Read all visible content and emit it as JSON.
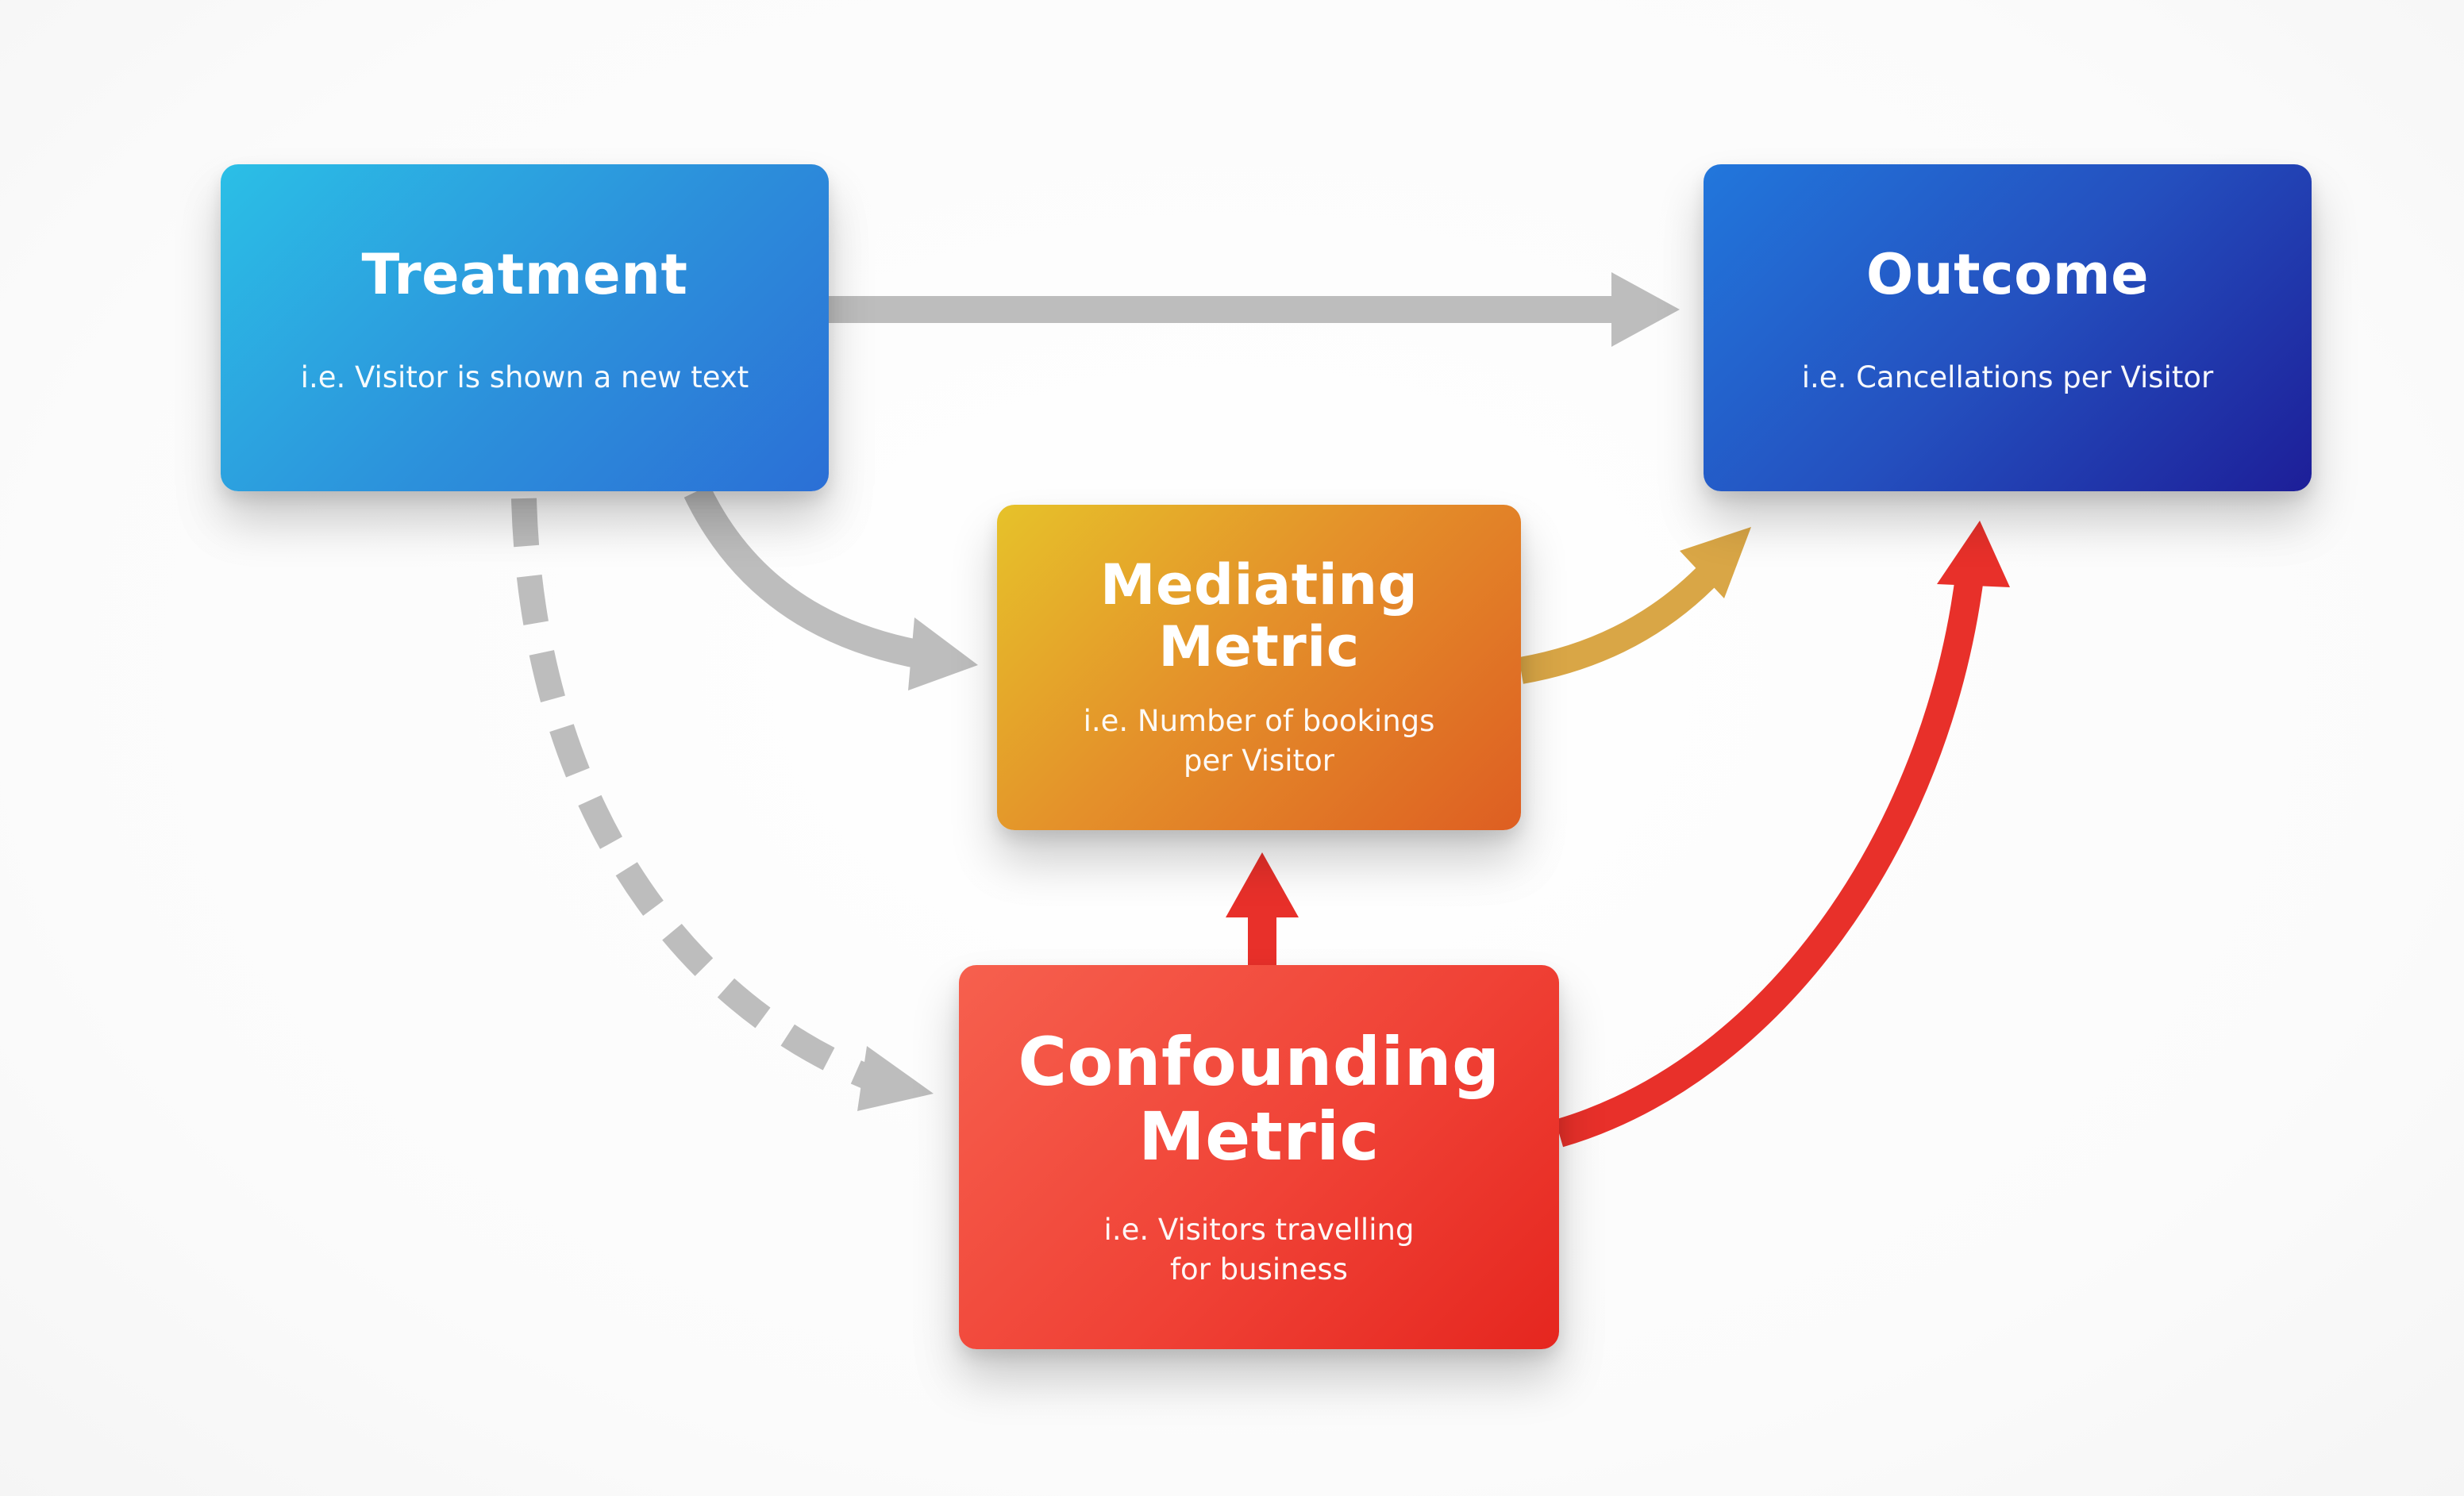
{
  "nodes": {
    "treatment": {
      "title": "Treatment",
      "subtitle": "i.e. Visitor is shown a new text"
    },
    "outcome": {
      "title": "Outcome",
      "subtitle": "i.e. Cancellations per Visitor"
    },
    "mediating": {
      "title_line1": "Mediating",
      "title_line2": "Metric",
      "subtitle_line1": "i.e. Number of bookings",
      "subtitle_line2": "per Visitor"
    },
    "confounding": {
      "title_line1": "Confounding",
      "title_line2": "Metric",
      "subtitle_line1": "i.e. Visitors travelling",
      "subtitle_line2": "for business"
    }
  },
  "colors": {
    "grey_arrow": "#bdbdbd",
    "mediator_arrow": "#d9a646",
    "confounder_arrow": "#e8302a"
  }
}
